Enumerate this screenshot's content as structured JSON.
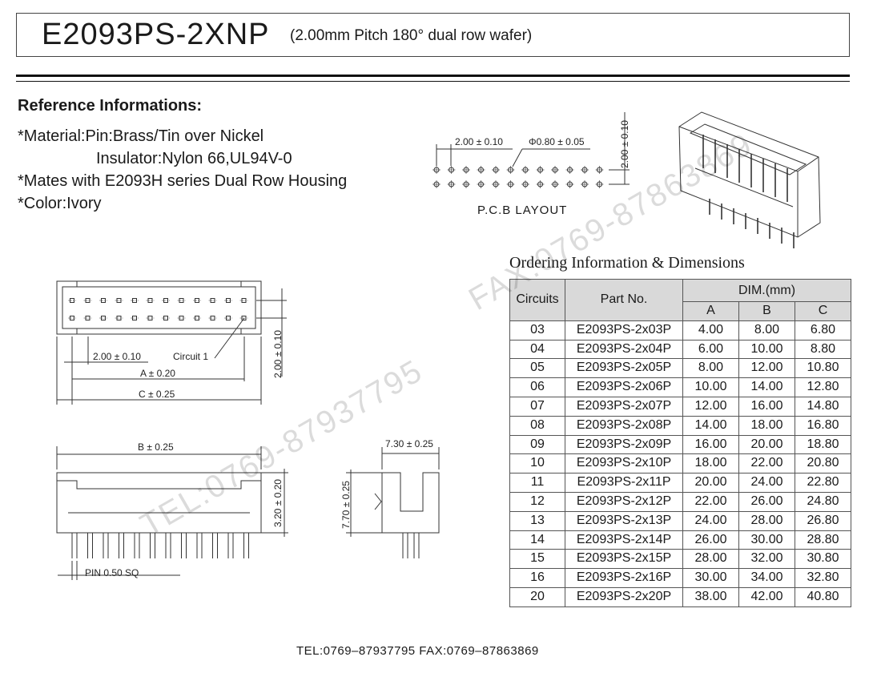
{
  "header": {
    "part_number": "E2093PS-2XNP",
    "description": "(2.00mm Pitch 180°  dual row wafer)"
  },
  "reference": {
    "heading": "Reference Informations:",
    "lines": [
      "*Material:Pin:Brass/Tin over Nickel",
      "Insulator:Nylon 66,UL94V-0",
      "*Mates with E2093H series Dual Row Housing",
      "*Color:Ivory"
    ]
  },
  "drawing": {
    "pcb_pitch": "2.00 ± 0.10",
    "pcb_hole": "Φ0.80 ± 0.05",
    "pcb_row_pitch": "2.00 ± 0.10",
    "pcb_label": "P.C.B LAYOUT",
    "top_pitch": "2.00 ± 0.10",
    "top_circuit1": "Circuit 1",
    "top_dim_a": "A ± 0.20",
    "top_dim_c": "C ± 0.25",
    "top_row_pitch": "2.00 ± 0.10",
    "front_dim_b": "B ± 0.25",
    "front_height": "3.20 ± 0.20",
    "pin_label": "PIN 0.50 SQ",
    "side_width": "7.30 ± 0.25",
    "side_height": "7.70 ± 0.25"
  },
  "ordering": {
    "heading": "Ordering Information & Dimensions",
    "col_circuits": "Circuits",
    "col_part": "Part No.",
    "col_dim": "DIM.(mm)",
    "col_a": "A",
    "col_b": "B",
    "col_c": "C",
    "rows": [
      [
        "03",
        "E2093PS-2x03P",
        "4.00",
        "8.00",
        "6.80"
      ],
      [
        "04",
        "E2093PS-2x04P",
        "6.00",
        "10.00",
        "8.80"
      ],
      [
        "05",
        "E2093PS-2x05P",
        "8.00",
        "12.00",
        "10.80"
      ],
      [
        "06",
        "E2093PS-2x06P",
        "10.00",
        "14.00",
        "12.80"
      ],
      [
        "07",
        "E2093PS-2x07P",
        "12.00",
        "16.00",
        "14.80"
      ],
      [
        "08",
        "E2093PS-2x08P",
        "14.00",
        "18.00",
        "16.80"
      ],
      [
        "09",
        "E2093PS-2x09P",
        "16.00",
        "20.00",
        "18.80"
      ],
      [
        "10",
        "E2093PS-2x10P",
        "18.00",
        "22.00",
        "20.80"
      ],
      [
        "11",
        "E2093PS-2x11P",
        "20.00",
        "24.00",
        "22.80"
      ],
      [
        "12",
        "E2093PS-2x12P",
        "22.00",
        "26.00",
        "24.80"
      ],
      [
        "13",
        "E2093PS-2x13P",
        "24.00",
        "28.00",
        "26.80"
      ],
      [
        "14",
        "E2093PS-2x14P",
        "26.00",
        "30.00",
        "28.80"
      ],
      [
        "15",
        "E2093PS-2x15P",
        "28.00",
        "32.00",
        "30.80"
      ],
      [
        "16",
        "E2093PS-2x16P",
        "30.00",
        "34.00",
        "32.80"
      ],
      [
        "20",
        "E2093PS-2x20P",
        "38.00",
        "42.00",
        "40.80"
      ]
    ]
  },
  "watermark": {
    "tel": "TEL:0769-87937795",
    "fax": "FAX:0769-87863869"
  },
  "footer": {
    "contact": "TEL:0769–87937795   FAX:0769–87863869"
  }
}
